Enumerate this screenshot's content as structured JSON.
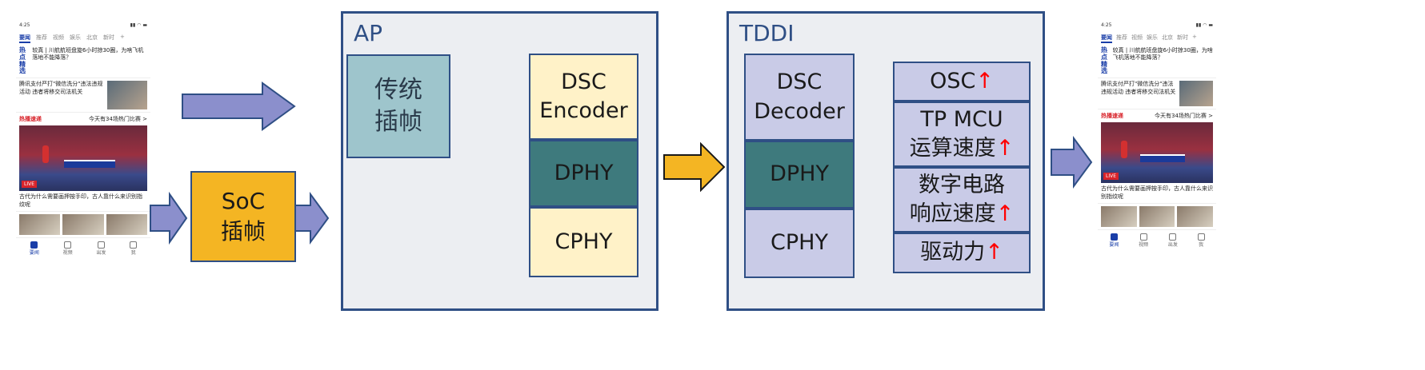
{
  "phone": {
    "time": "4:25",
    "tabs": [
      "要闻",
      "推荐",
      "视频",
      "娱乐",
      "北京",
      "新时",
      "+"
    ],
    "hot_tag": "热点\n精选",
    "hot_text": "较真 | 川航航班盘旋6小时掠30圈，为啥飞机落地不能降落？",
    "news_text": "腾讯支付严打\"微信洗分\"违法违规活动 违者将移交司法机关",
    "live_title": "热播速递",
    "live_more": "今天有34场热门比赛 >",
    "live_badge": "LIVE",
    "article_text": "古代为什么需要画押按手印，古人靠什么来识别指纹呢",
    "nav": [
      "要闻",
      "视频",
      "出发",
      "我"
    ]
  },
  "diagram": {
    "soc_label": "SoC\n插帧",
    "ap": {
      "title": "AP",
      "interp": "传统\n插帧",
      "dsc": "DSC\nEncoder",
      "dphy": "DPHY",
      "cphy": "CPHY"
    },
    "tddi": {
      "title": "TDDI",
      "dsc": "DSC\nDecoder",
      "dphy": "DPHY",
      "cphy": "CPHY",
      "osc": "OSC",
      "tp_line1": "TP MCU",
      "tp_line2": "运算速度",
      "digital_line1": "数字电路",
      "digital_line2": "响应速度",
      "drive": "驱动力",
      "up_arrow": "↑"
    }
  },
  "colors": {
    "border": "#2f4f85",
    "frame_bg": "#eceef2",
    "yellow": "#fff2c8",
    "teal": "#3e7a7d",
    "lavender": "#c9cbe7",
    "light_teal": "#9ec5cc",
    "orange": "#f4b523",
    "arrow_blue": "#8b8fcc"
  }
}
